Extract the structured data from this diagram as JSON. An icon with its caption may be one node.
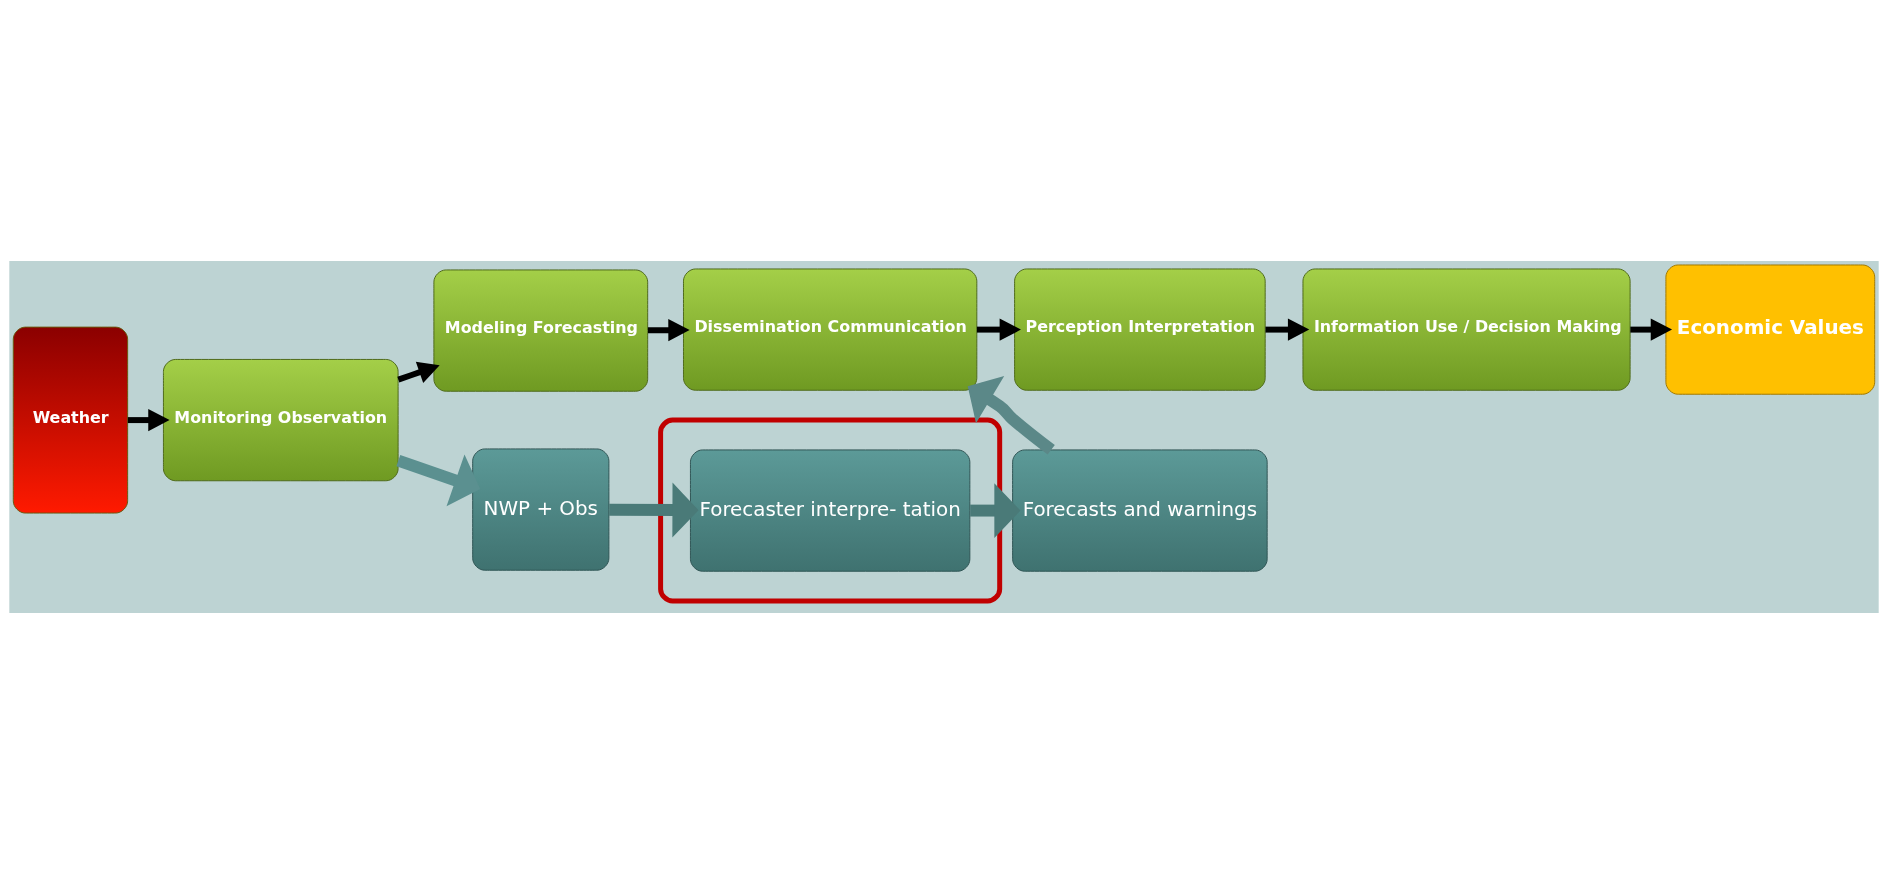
{
  "diagram": {
    "nodes": [
      {
        "text": [
          "Weather"
        ]
      },
      {
        "text": [
          "Monitoring Observation"
        ]
      },
      {
        "text": [
          "Modeling Forecasting"
        ]
      },
      {
        "text": [
          "Dissemination Communication"
        ]
      },
      {
        "text": [
          "Perception Interpretation"
        ]
      },
      {
        "text": [
          "Information Use / Decision Making"
        ]
      },
      {
        "text": [
          "Economic Values"
        ]
      },
      {
        "text": [
          "NWP + Obs"
        ]
      },
      {
        "text": [],
        "shape": "box"
      },
      {
        "text": [
          "Forecaster interpre- tation"
        ],
        "in": 8
      },
      {
        "text": [
          "Forecasts and warnings"
        ]
      }
    ],
    "edges": [
      {
        "from": 0,
        "to": 1,
        "arrow": "to"
      },
      {
        "from": 1,
        "to": 2,
        "arrow": "to"
      },
      {
        "from": 2,
        "to": 3,
        "arrow": "to"
      },
      {
        "from": 3,
        "to": 4,
        "arrow": "to"
      },
      {
        "from": 4,
        "to": 5,
        "arrow": "to"
      },
      {
        "from": 5,
        "to": 6,
        "arrow": "to"
      },
      {
        "from": 1,
        "to": 7,
        "arrow": "to",
        "style": "thick",
        "color": "#5b9090"
      },
      {
        "from": 7,
        "to": 9,
        "arrow": "to",
        "style": "thick",
        "color": "#4a7a78"
      },
      {
        "from": 9,
        "to": 10,
        "arrow": "to",
        "style": "thick",
        "color": "#4a7a78"
      },
      {
        "from": 10,
        "to": 3,
        "arrow": "to",
        "style": "thick",
        "color": "#5b8888"
      }
    ]
  }
}
